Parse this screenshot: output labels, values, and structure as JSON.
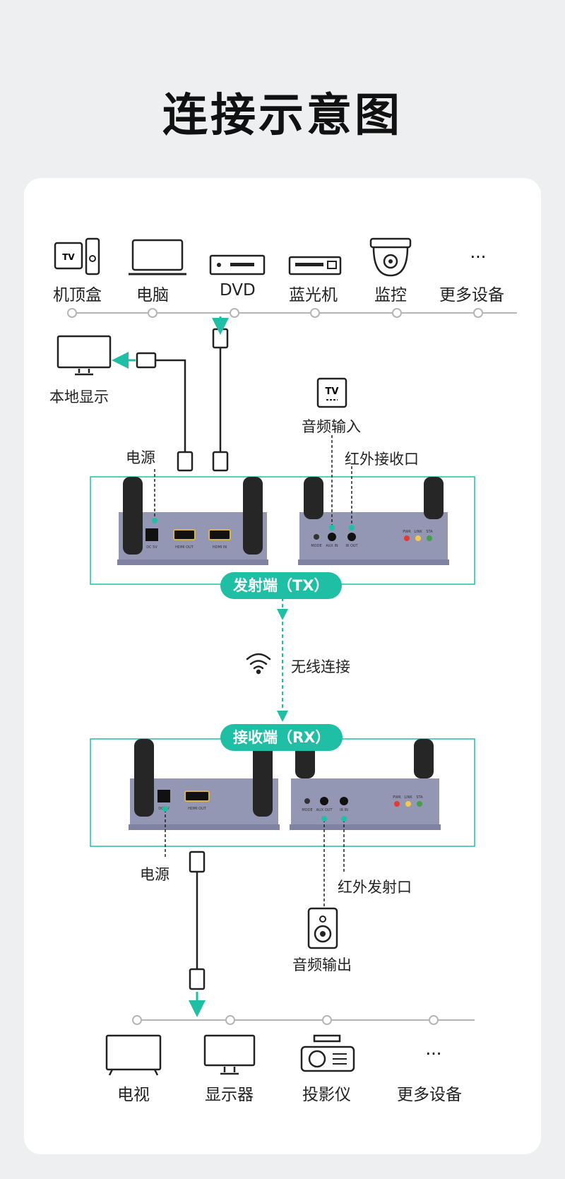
{
  "title": "连接示意图",
  "sources": [
    "机顶盒",
    "电脑",
    "DVD",
    "蓝光机",
    "监控",
    "更多设备"
  ],
  "more_dots": "···",
  "local_display": "本地显示",
  "tx": {
    "power": "电源",
    "audio_in": "音频输入",
    "ir_receive": "红外接收口",
    "label": "发射端（TX）",
    "ports": {
      "dc": "DC 5V",
      "hdmi_out": "HDMI OUT",
      "hdmi_in": "HDMI IN",
      "mode": "MODE",
      "aux_in": "AUX IN",
      "ir_out": "IR OUT"
    }
  },
  "wireless": "无线连接",
  "rx": {
    "label": "接收端（RX）",
    "power": "电源",
    "ir_emit": "红外发射口",
    "audio_out": "音频输出",
    "ports": {
      "dc": "DC 5V",
      "hdmi_out": "HDMI OUT",
      "mode": "MODE",
      "aux_out": "AUX OUT",
      "ir_in": "IR IN"
    }
  },
  "leds": [
    "PWR",
    "LINK",
    "STA"
  ],
  "tv_badge": "TV",
  "outputs": [
    "电视",
    "显示器",
    "投影仪",
    "更多设备"
  ],
  "colors": {
    "accent": "#1ebfa5",
    "device": "#9497b3",
    "line": "#b5b5b5"
  }
}
